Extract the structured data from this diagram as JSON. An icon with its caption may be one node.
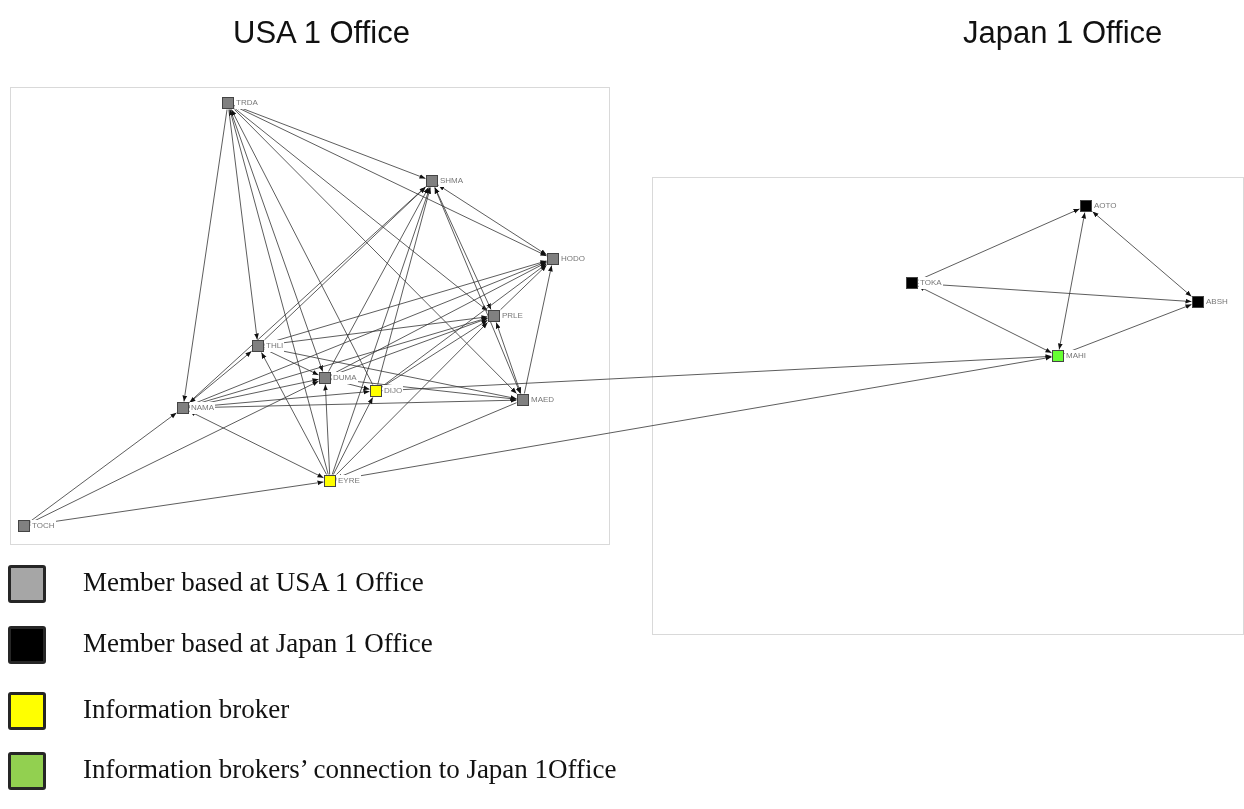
{
  "diagram": {
    "nodes": [
      {
        "text": [
          "USA 1 Office"
        ]
      },
      {
        "text": [
          "TRDA"
        ],
        "in": 0
      },
      {
        "text": [
          "SHMA"
        ],
        "in": 0
      },
      {
        "text": [
          "HODO"
        ],
        "in": 0
      },
      {
        "text": [
          "PRLE"
        ],
        "in": 0
      },
      {
        "text": [
          "THLI"
        ],
        "in": 0
      },
      {
        "text": [
          "DUMA"
        ],
        "in": 0
      },
      {
        "text": [
          "DIJO"
        ],
        "in": 0
      },
      {
        "text": [
          "MAED"
        ],
        "in": 0
      },
      {
        "text": [
          "NAMA"
        ],
        "in": 0
      },
      {
        "text": [
          "EYRE"
        ],
        "in": 0
      },
      {
        "text": [
          "TOCH"
        ],
        "in": 0
      },
      {
        "text": [
          "Japan 1 Office"
        ]
      },
      {
        "text": [
          "AOTO"
        ],
        "in": 12
      },
      {
        "text": [
          "TOKA"
        ],
        "in": 12
      },
      {
        "text": [
          "ABSH"
        ],
        "in": 12
      },
      {
        "text": [
          "MAHI"
        ],
        "in": 12
      }
    ],
    "edges": [
      {
        "from": 1,
        "to": 2,
        "arrow": "both"
      },
      {
        "from": 1,
        "to": 3,
        "arrow": "to"
      },
      {
        "from": 1,
        "to": 4,
        "arrow": "to"
      },
      {
        "from": 1,
        "to": 9,
        "arrow": "to"
      },
      {
        "from": 1,
        "to": 5,
        "arrow": "to"
      },
      {
        "from": 1,
        "to": 6,
        "arrow": "to"
      },
      {
        "from": 10,
        "to": 1,
        "arrow": "to"
      },
      {
        "from": 7,
        "to": 1,
        "arrow": "to"
      },
      {
        "from": 1,
        "to": 8,
        "arrow": "to"
      },
      {
        "from": 5,
        "to": 2,
        "arrow": "to"
      },
      {
        "from": 9,
        "to": 2,
        "arrow": "to"
      },
      {
        "from": 6,
        "to": 2,
        "arrow": "to"
      },
      {
        "from": 10,
        "to": 2,
        "arrow": "to"
      },
      {
        "from": 7,
        "to": 2,
        "arrow": "to"
      },
      {
        "from": 2,
        "to": 4,
        "arrow": "both"
      },
      {
        "from": 2,
        "to": 8,
        "arrow": "both"
      },
      {
        "from": 2,
        "to": 3,
        "arrow": "both"
      },
      {
        "from": 5,
        "to": 3,
        "arrow": "to"
      },
      {
        "from": 9,
        "to": 3,
        "arrow": "to"
      },
      {
        "from": 6,
        "to": 3,
        "arrow": "to"
      },
      {
        "from": 7,
        "to": 3,
        "arrow": "to"
      },
      {
        "from": 4,
        "to": 3,
        "arrow": "to"
      },
      {
        "from": 8,
        "to": 3,
        "arrow": "to"
      },
      {
        "from": 5,
        "to": 4,
        "arrow": "to"
      },
      {
        "from": 9,
        "to": 4,
        "arrow": "to"
      },
      {
        "from": 6,
        "to": 4,
        "arrow": "to"
      },
      {
        "from": 10,
        "to": 4,
        "arrow": "to"
      },
      {
        "from": 7,
        "to": 4,
        "arrow": "to"
      },
      {
        "from": 4,
        "to": 8,
        "arrow": "both"
      },
      {
        "from": 5,
        "to": 9,
        "arrow": "both"
      },
      {
        "from": 5,
        "to": 6,
        "arrow": "to"
      },
      {
        "from": 5,
        "to": 8,
        "arrow": "to"
      },
      {
        "from": 10,
        "to": 5,
        "arrow": "to"
      },
      {
        "from": 9,
        "to": 6,
        "arrow": "to"
      },
      {
        "from": 6,
        "to": 7,
        "arrow": "to"
      },
      {
        "from": 10,
        "to": 6,
        "arrow": "to"
      },
      {
        "from": 11,
        "to": 6,
        "arrow": "to"
      },
      {
        "from": 6,
        "to": 8,
        "arrow": "to"
      },
      {
        "from": 9,
        "to": 8,
        "arrow": "to"
      },
      {
        "from": 9,
        "to": 7,
        "arrow": "to"
      },
      {
        "from": 9,
        "to": 10,
        "arrow": "both"
      },
      {
        "from": 11,
        "to": 9,
        "arrow": "to"
      },
      {
        "from": 11,
        "to": 10,
        "arrow": "to"
      },
      {
        "from": 10,
        "to": 7,
        "arrow": "to"
      },
      {
        "from": 8,
        "to": 10,
        "arrow": "to"
      },
      {
        "from": 10,
        "to": 16,
        "arrow": "to"
      },
      {
        "from": 7,
        "to": 16,
        "arrow": "to"
      },
      {
        "from": 14,
        "to": 13,
        "arrow": "to"
      },
      {
        "from": 14,
        "to": 15,
        "arrow": "to"
      },
      {
        "from": 16,
        "to": 14,
        "arrow": "both"
      },
      {
        "from": 13,
        "to": 16,
        "arrow": "both"
      },
      {
        "from": 13,
        "to": 15,
        "arrow": "both"
      },
      {
        "from": 16,
        "to": 15,
        "arrow": "to"
      }
    ],
    "legend": [
      {
        "text": "Member based at USA 1 Office",
        "color": "#a6a6a6"
      },
      {
        "text": "Member based at Japan 1 Office",
        "color": "#000000"
      },
      {
        "text": "Information broker",
        "color": "#ffff00"
      },
      {
        "text": "Information brokers’ connection to Japan 1Office",
        "color": "#92d050"
      }
    ]
  }
}
